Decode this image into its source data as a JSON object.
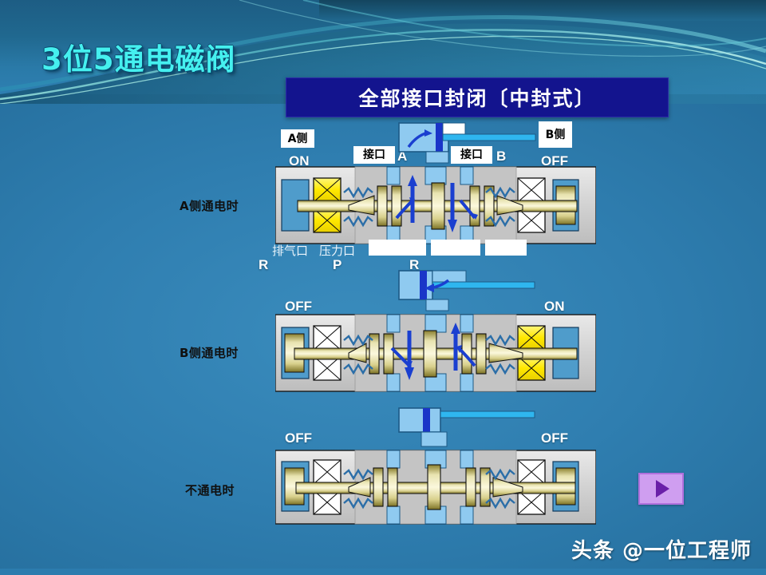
{
  "slide": {
    "title": "3位5通电磁阀",
    "banner_title": "全部接口封闭〔中封式〕",
    "watermark": "头条 @一位工程师",
    "accent_cyan": "#45f0ef",
    "banner_bg": "#13148e",
    "background_blue": "#2e7fb2",
    "energized_coil_color": "#ffef00",
    "deenergized_coil_color": "#ffffff",
    "flow_arrow_color": "#1a3fd0"
  },
  "callouts": {
    "a_side": "A侧",
    "b_side": "B侧",
    "port_a_label": "接口",
    "port_a_letter": "A",
    "port_b_label": "接口",
    "port_b_letter": "B",
    "exhaust_label": "排气口",
    "pressure_label": "压力口",
    "port_r_left": "R",
    "port_p": "P",
    "port_r_right": "R"
  },
  "rows": [
    {
      "label": "A侧通电时",
      "left_state": "ON",
      "right_state": "OFF",
      "left_coil_energized": true,
      "right_coil_energized": false
    },
    {
      "label": "B侧通电时",
      "left_state": "OFF",
      "right_state": "ON",
      "left_coil_energized": false,
      "right_coil_energized": true
    },
    {
      "label": "不通电时",
      "left_state": "OFF",
      "right_state": "OFF",
      "left_coil_energized": false,
      "right_coil_energized": false
    }
  ],
  "controls": {
    "play_button_label": "▶"
  }
}
